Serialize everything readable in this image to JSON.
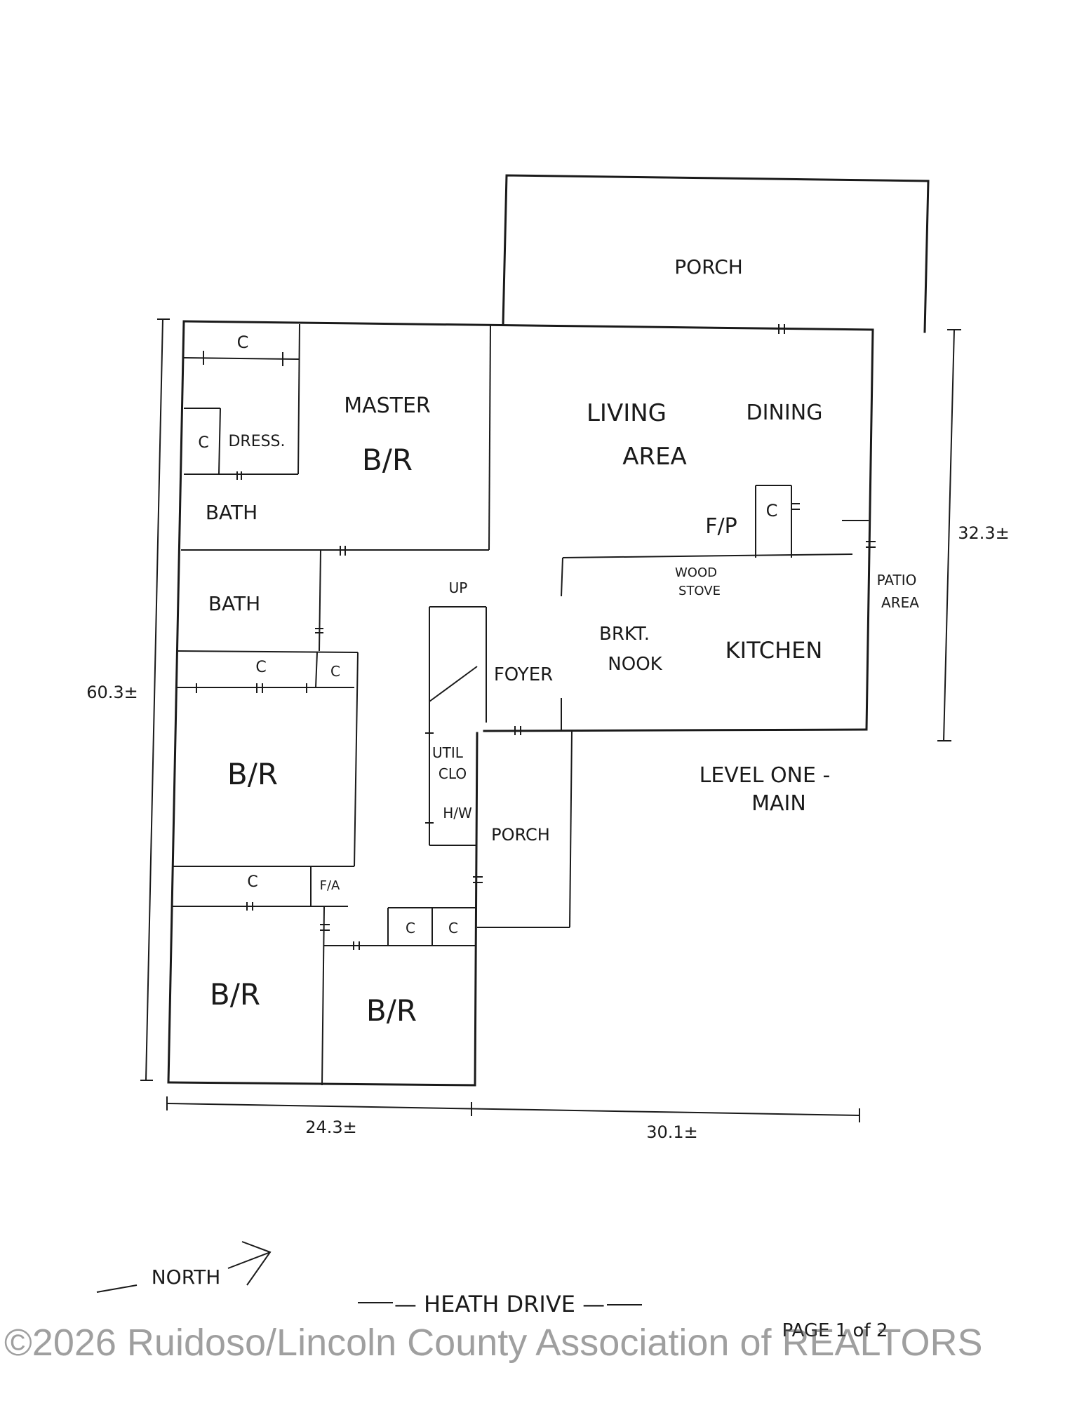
{
  "page": {
    "labels": {
      "porch_top": "PORCH",
      "closet": "C",
      "dress": "DRESS.",
      "master": "MASTER",
      "br": "B/R",
      "bath": "BATH",
      "living": "LIVING",
      "area": "AREA",
      "dining": "DINING",
      "fp": "F/P",
      "wood": "WOOD",
      "stove": "STOVE",
      "patio": "PATIO",
      "patio_area": "AREA",
      "up": "UP",
      "foyer": "FOYER",
      "brkt": "BRKT.",
      "nook": "NOOK",
      "kitchen": "KITCHEN",
      "util": "UTIL",
      "clo": "CLO",
      "hw": "H/W",
      "porch_mid": "PORCH",
      "fa": "F/A",
      "level1": "LEVEL ONE -",
      "level2": "MAIN"
    },
    "dimensions": {
      "height_left": "60.3±",
      "height_right": "32.3±",
      "width_left": "24.3±",
      "width_right": "30.1±"
    },
    "north": "NORTH",
    "street": "— HEATH DRIVE —",
    "page_number": "PAGE 1 of 2",
    "watermark": "©2026 Ruidoso/Lincoln County Association of REALTORS"
  }
}
